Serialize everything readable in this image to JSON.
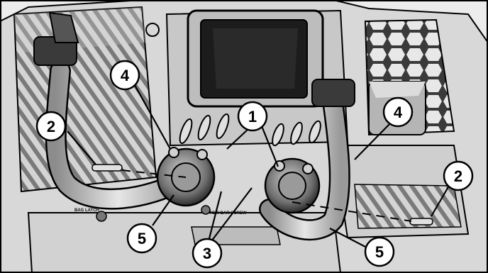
{
  "callouts": [
    {
      "id": "c1",
      "label": "1"
    },
    {
      "id": "c2a",
      "label": "2"
    },
    {
      "id": "c2b",
      "label": "2"
    },
    {
      "id": "c3",
      "label": "3"
    },
    {
      "id": "c4a",
      "label": "4"
    },
    {
      "id": "c4b",
      "label": "4"
    },
    {
      "id": "c5a",
      "label": "5"
    },
    {
      "id": "c5b",
      "label": "5"
    }
  ],
  "panel_texts": {
    "left_small": "BAG LATCH",
    "center_small": "TOW BAR SCREW"
  }
}
